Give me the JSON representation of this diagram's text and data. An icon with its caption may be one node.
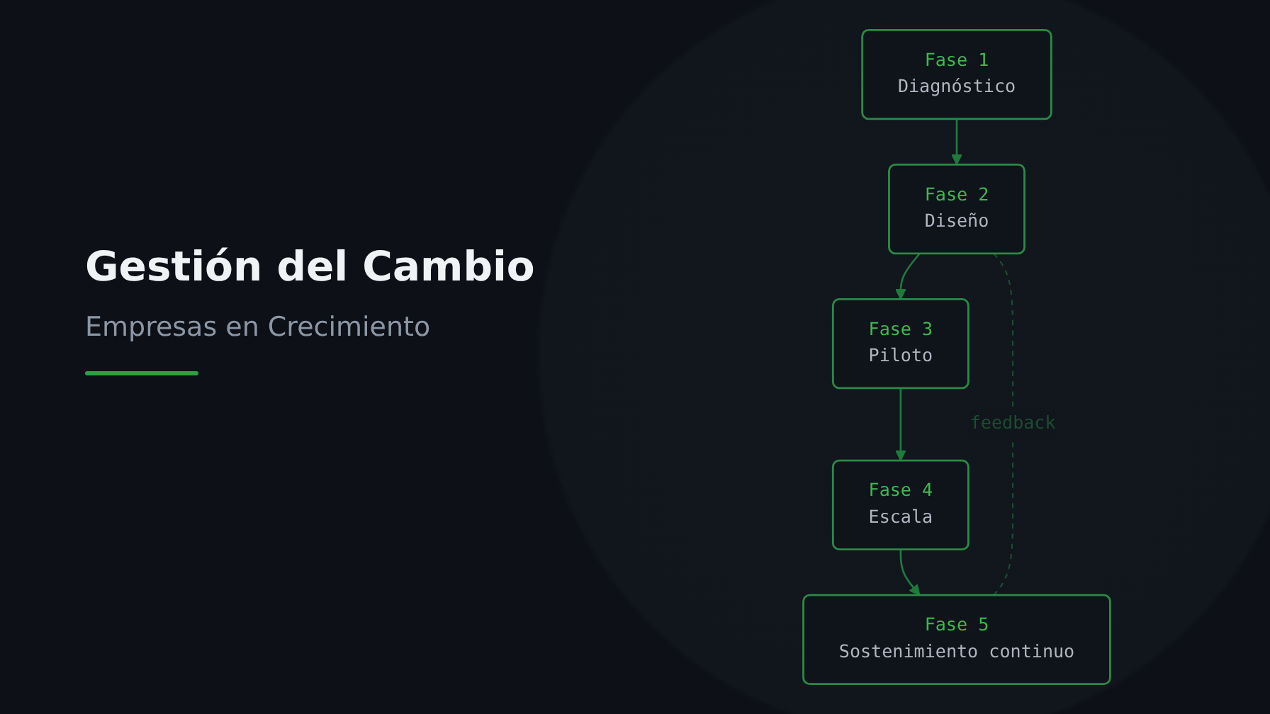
{
  "diagram": {
    "title": "Gestión del Cambio",
    "nodes": [
      {
        "text": [
          "Fase 1",
          "Diagnóstico"
        ]
      },
      {
        "text": [
          "Fase 2",
          "Diseño"
        ]
      },
      {
        "text": [
          "Fase 3",
          "Piloto"
        ]
      },
      {
        "text": [
          "Fase 4",
          "Escala"
        ]
      },
      {
        "text": [
          "Fase 5",
          "Sostenimiento continuo"
        ]
      }
    ],
    "edges": [
      {
        "from": 0,
        "to": 1,
        "arrow": "to"
      },
      {
        "from": 1,
        "to": 2,
        "arrow": "to"
      },
      {
        "from": 2,
        "to": 3,
        "arrow": "to"
      },
      {
        "from": 3,
        "to": 4,
        "arrow": "to"
      },
      {
        "from": 4,
        "to": 1,
        "arrow": "none",
        "label": "feedback",
        "style": "dashed",
        "color": "#1d4d30"
      }
    ],
    "labels": [
      "Empresas en Crecimiento"
    ]
  }
}
